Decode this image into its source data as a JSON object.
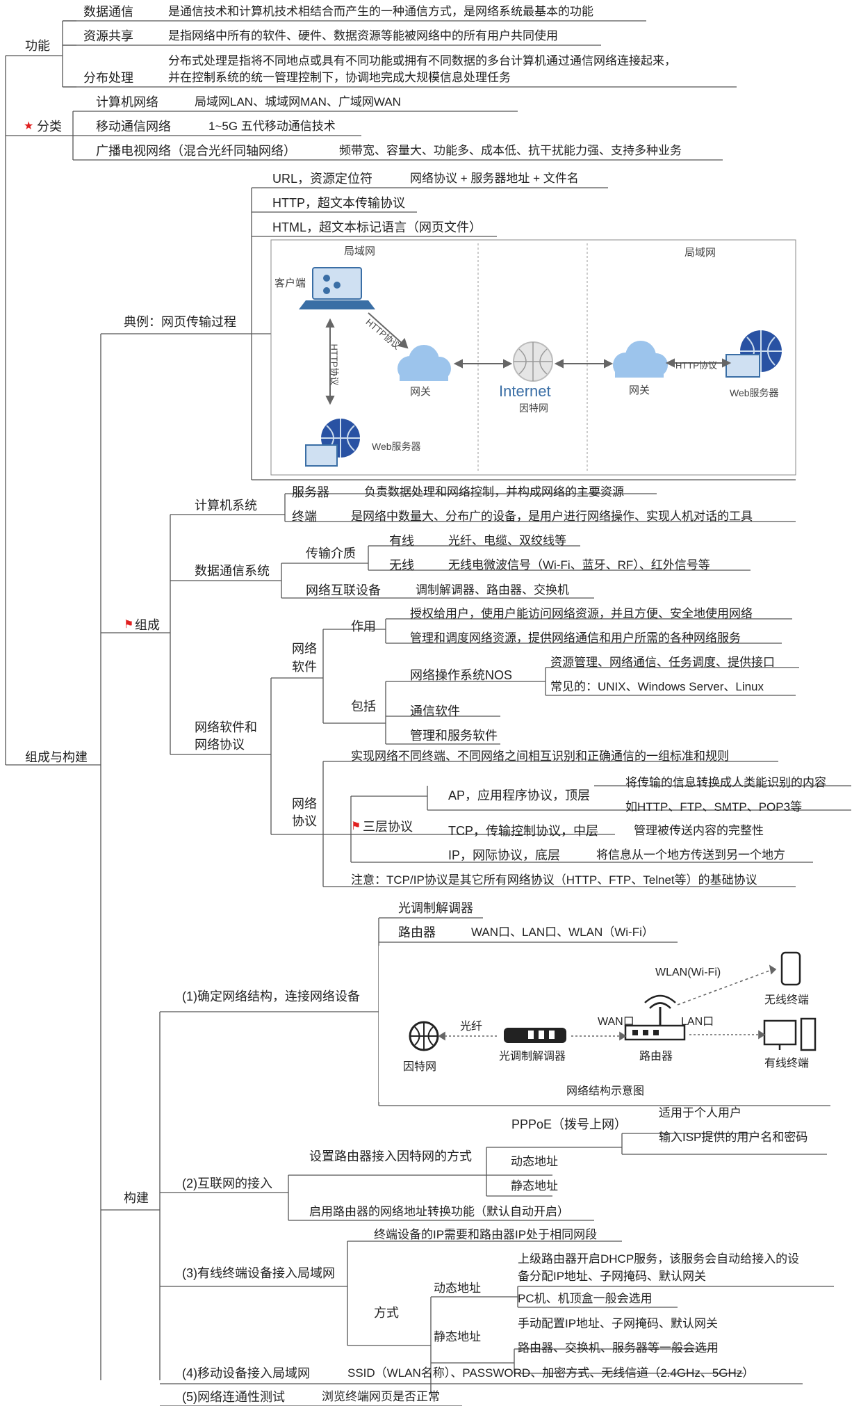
{
  "func": {
    "title": "功能",
    "items": [
      {
        "label": "数据通信",
        "desc": "是通信技术和计算机技术相结合而产生的一种通信方式，是网络系统最基本的功能"
      },
      {
        "label": "资源共享",
        "desc": "是指网络中所有的软件、硬件、数据资源等能被网络中的所有用户共同使用"
      },
      {
        "label": "分布处理",
        "desc1": "分布式处理是指将不同地点或具有不同功能或拥有不同数据的多台计算机通过通信网络连接起来，",
        "desc2": "并在控制系统的统一管理控制下，协调地完成大规模信息处理任务"
      }
    ]
  },
  "cls": {
    "title": "分类",
    "items": [
      {
        "label": "计算机网络",
        "desc": "局域网LAN、城域网MAN、广域网WAN"
      },
      {
        "label": "移动通信网络",
        "desc": "1~5G 五代移动通信技术"
      },
      {
        "label": "广播电视网络（混合光纤同轴网络）",
        "desc": "频带宽、容量大、功能多、成本低、抗干扰能力强、支持多种业务"
      }
    ]
  },
  "build_root": "组成与构建",
  "example": {
    "title": "典例：网页传输过程",
    "url_label": "URL，资源定位符",
    "url_desc": "网络协议 + 服务器地址 + 文件名",
    "http": "HTTP，超文本传输协议",
    "html": "HTML，超文本标记语言（网页文件）",
    "diagram": {
      "lan_left": "局域网",
      "lan_right": "局域网",
      "client": "客户端",
      "http1": "HTTP协议",
      "http2": "HTTP协议",
      "http3": "HTTP协议",
      "gateway_left": "网关",
      "gateway_right": "网关",
      "internet": "Internet",
      "internet_cn": "因特网",
      "web_left": "Web服务器",
      "web_right": "Web服务器"
    }
  },
  "comp": {
    "title": "组成",
    "cs": {
      "title": "计算机系统",
      "server": "服务器",
      "server_desc": "负责数据处理和网络控制，并构成网络的主要资源",
      "term": "终端",
      "term_desc": "是网络中数量大、分布广的设备，是用户进行网络操作、实现人机对话的工具"
    },
    "dc": {
      "title": "数据通信系统",
      "media": "传输介质",
      "wired": "有线",
      "wired_desc": "光纤、电缆、双绞线等",
      "wireless": "无线",
      "wireless_desc": "无线电微波信号（Wi-Fi、蓝牙、RF）、红外信号等",
      "dev": "网络互联设备",
      "dev_desc": "调制解调器、路由器、交换机"
    },
    "sw": {
      "title1": "网络软件和",
      "title2": "网络协议",
      "soft1": "网络",
      "soft2": "软件",
      "role": "作用",
      "role1": "授权给用户，使用户能访问网络资源，并且方便、安全地使用网络",
      "role2": "管理和调度网络资源，提供网络通信和用户所需的各种网络服务",
      "incl": "包括",
      "nos": "网络操作系统NOS",
      "nos1": "资源管理、网络通信、任务调度、提供接口",
      "nos2": "常见的：UNIX、Windows Server、Linux",
      "comm": "通信软件",
      "mgmt": "管理和服务软件",
      "proto1": "网络",
      "proto2": "协议",
      "proto_def": "实现网络不同终端、不同网络之间相互识别和正确通信的一组标准和规则",
      "three": "三层协议",
      "ap": "AP，应用程序协议，顶层",
      "ap1": "将传输的信息转换成人类能识别的内容",
      "ap2": "如HTTP、FTP、SMTP、POP3等",
      "tcp": "TCP，传输控制协议，中层",
      "tcp_desc": "管理被传送内容的完整性",
      "ip": "IP，网际协议，底层",
      "ip_desc": "将信息从一个地方传送到另一个地方",
      "note": "注意：TCP/IP协议是其它所有网络协议（HTTP、FTP、Telnet等）的基础协议"
    }
  },
  "cons": {
    "title": "构建",
    "s1": {
      "title": "(1)确定网络结构，连接网络设备",
      "modem": "光调制解调器",
      "router": "路由器",
      "router_desc": "WAN口、LAN口、WLAN（Wi-Fi）",
      "diagram": {
        "wlan": "WLAN(Wi-Fi)",
        "wireless_term": "无线终端",
        "fiber": "光纤",
        "wan": "WAN口",
        "lan": "LAN口",
        "internet": "因特网",
        "modem": "光调制解调器",
        "router": "路由器",
        "wired_term": "有线终端",
        "caption": "网络结构示意图"
      }
    },
    "s2": {
      "title": "(2)互联网的接入",
      "setup": "设置路由器接入因特网的方式",
      "pppoe": "PPPoE（拨号上网）",
      "pppoe1": "适用于个人用户",
      "pppoe2": "输入ISP提供的用户名和密码",
      "dyn": "动态地址",
      "stat": "静态地址",
      "nat": "启用路由器的网络地址转换功能（默认自动开启）"
    },
    "s3": {
      "title": "(3)有线终端设备接入局域网",
      "same": "终端设备的IP需要和路由器IP处于相同网段",
      "way": "方式",
      "dyn": "动态地址",
      "dyn1a": "上级路由器开启DHCP服务，该服务会自动给接入的设",
      "dyn1b": "备分配IP地址、子网掩码、默认网关",
      "dyn2": "PC机、机顶盒一般会选用",
      "stat": "静态地址",
      "stat1": "手动配置IP地址、子网掩码、默认网关",
      "stat2": "路由器、交换机、服务器等一般会选用"
    },
    "s4": {
      "title": "(4)移动设备接入局域网",
      "desc": "SSID（WLAN名称）、PASSWORD、加密方式、无线信道（2.4GHz、5GHz）"
    },
    "s5": {
      "title": "(5)网络连通性测试",
      "desc": "浏览终端网页是否正常"
    }
  },
  "colors": {
    "line": "#555555",
    "star": "#e02020",
    "flag": "#e02020"
  }
}
